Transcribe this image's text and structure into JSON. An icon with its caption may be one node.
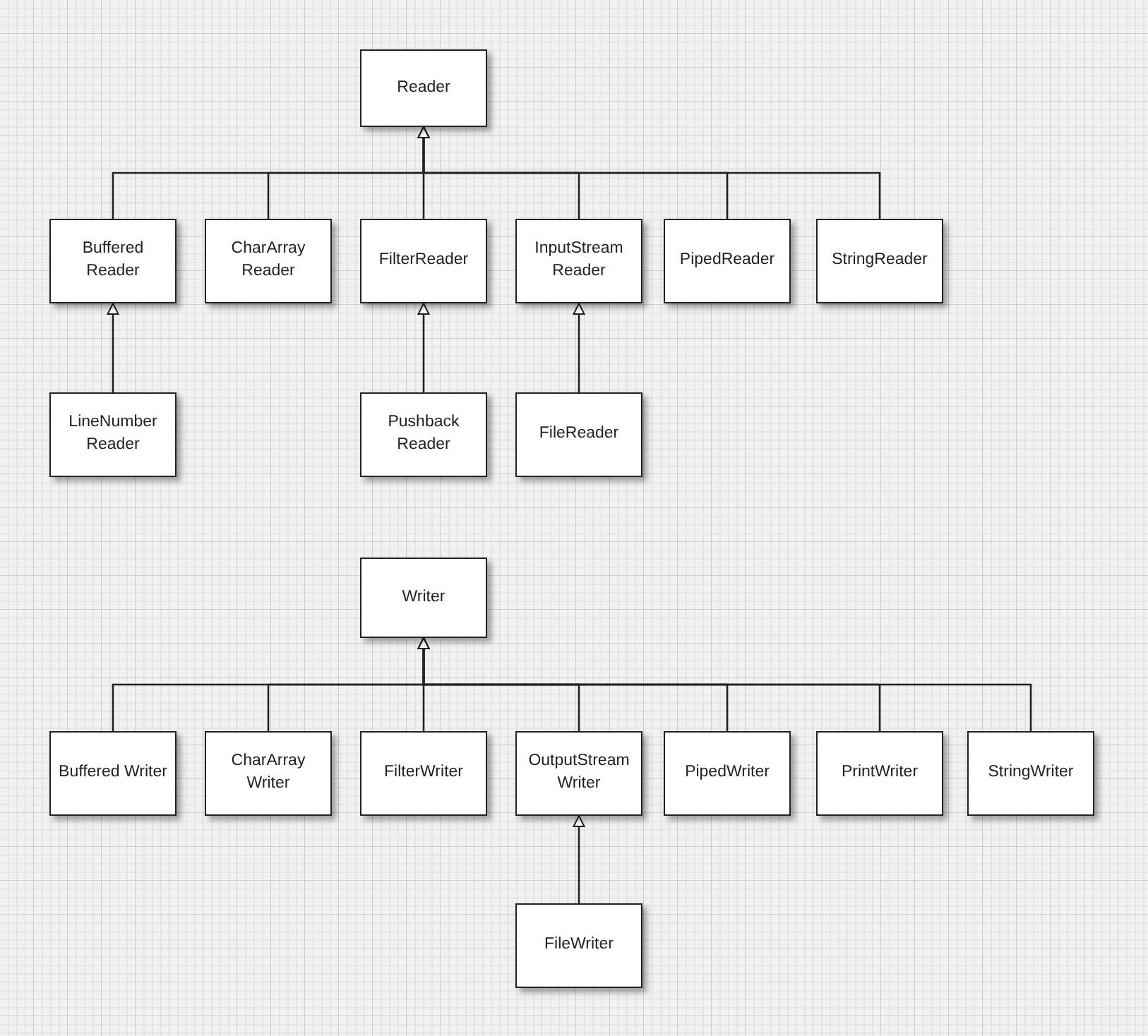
{
  "diagram": {
    "nodes": [
      {
        "text": [
          "Reader"
        ]
      },
      {
        "text": [
          "Buffered Reader"
        ]
      },
      {
        "text": [
          "CharArray Reader"
        ]
      },
      {
        "text": [
          "FilterReader"
        ]
      },
      {
        "text": [
          "InputStream Reader"
        ]
      },
      {
        "text": [
          "PipedReader"
        ]
      },
      {
        "text": [
          "StringReader"
        ]
      },
      {
        "text": [
          "LineNumber Reader"
        ]
      },
      {
        "text": [
          "Pushback Reader"
        ]
      },
      {
        "text": [
          "FileReader"
        ]
      },
      {
        "text": [
          "Writer"
        ]
      },
      {
        "text": [
          "Buffered Writer"
        ]
      },
      {
        "text": [
          "CharArray Writer"
        ]
      },
      {
        "text": [
          "FilterWriter"
        ]
      },
      {
        "text": [
          "OutputStream Writer"
        ]
      },
      {
        "text": [
          "PipedWriter"
        ]
      },
      {
        "text": [
          "PrintWriter"
        ]
      },
      {
        "text": [
          "StringWriter"
        ]
      },
      {
        "text": [
          "FileWriter"
        ]
      }
    ],
    "edges": [
      {
        "from": 1,
        "to": 0,
        "arrow": "to"
      },
      {
        "from": 2,
        "to": 0,
        "arrow": "to"
      },
      {
        "from": 3,
        "to": 0,
        "arrow": "to"
      },
      {
        "from": 4,
        "to": 0,
        "arrow": "to"
      },
      {
        "from": 5,
        "to": 0,
        "arrow": "to"
      },
      {
        "from": 6,
        "to": 0,
        "arrow": "to"
      },
      {
        "from": 7,
        "to": 1,
        "arrow": "to"
      },
      {
        "from": 8,
        "to": 3,
        "arrow": "to"
      },
      {
        "from": 9,
        "to": 4,
        "arrow": "to"
      },
      {
        "from": 11,
        "to": 10,
        "arrow": "to"
      },
      {
        "from": 12,
        "to": 10,
        "arrow": "to"
      },
      {
        "from": 13,
        "to": 10,
        "arrow": "to"
      },
      {
        "from": 14,
        "to": 10,
        "arrow": "to"
      },
      {
        "from": 15,
        "to": 10,
        "arrow": "to"
      },
      {
        "from": 16,
        "to": 10,
        "arrow": "to"
      },
      {
        "from": 17,
        "to": 10,
        "arrow": "to"
      },
      {
        "from": 18,
        "to": 14,
        "arrow": "to"
      }
    ]
  }
}
